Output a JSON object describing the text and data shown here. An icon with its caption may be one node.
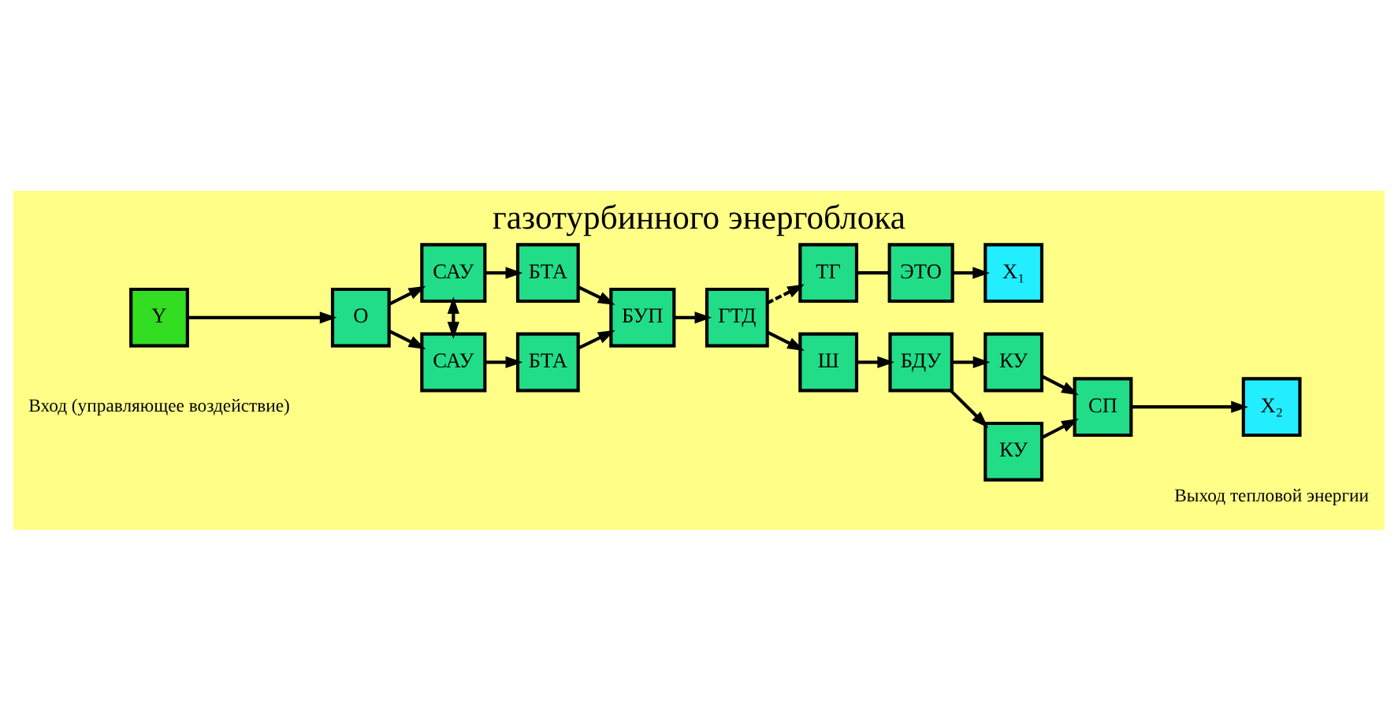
{
  "diagram": {
    "title": "газотурбинного энергоблока",
    "nodes": [
      {
        "text": [
          "Y"
        ],
        "beside": [
          "Вход (управляющее воздействие)"
        ]
      },
      {
        "text": [
          "О"
        ]
      },
      {
        "text": [
          "САУ"
        ]
      },
      {
        "text": [
          "БТА"
        ]
      },
      {
        "text": [
          "БУП"
        ]
      },
      {
        "text": [
          "ГТД"
        ]
      },
      {
        "text": [
          "ТГ"
        ]
      },
      {
        "text": [
          "ЭТО"
        ]
      },
      {
        "text": [
          "X₁"
        ]
      },
      {
        "text": [
          "САУ"
        ]
      },
      {
        "text": [
          "БТА"
        ]
      },
      {
        "text": [
          "Ш"
        ]
      },
      {
        "text": [
          "БДУ"
        ]
      },
      {
        "text": [
          "КУ"
        ]
      },
      {
        "text": [
          "КУ"
        ]
      },
      {
        "text": [
          "СП"
        ]
      },
      {
        "text": [
          "X₂"
        ],
        "beside": [
          "Выход тепловой энергии"
        ]
      }
    ],
    "edges": [
      {
        "from": 0,
        "to": 1,
        "arrow": "to"
      },
      {
        "from": 1,
        "to": 2,
        "arrow": "to"
      },
      {
        "from": 1,
        "to": 9,
        "arrow": "to"
      },
      {
        "from": 2,
        "to": 3,
        "arrow": "to"
      },
      {
        "from": 2,
        "to": 9,
        "arrow": "both"
      },
      {
        "from": 9,
        "to": 10,
        "arrow": "to"
      },
      {
        "from": 3,
        "to": 4,
        "arrow": "to"
      },
      {
        "from": 10,
        "to": 4,
        "arrow": "to"
      },
      {
        "from": 4,
        "to": 5,
        "arrow": "to"
      },
      {
        "from": 5,
        "to": 6,
        "arrow": "to",
        "style": "dashed"
      },
      {
        "from": 6,
        "to": 7,
        "arrow": "none"
      },
      {
        "from": 7,
        "to": 8,
        "arrow": "to"
      },
      {
        "from": 5,
        "to": 11,
        "arrow": "to"
      },
      {
        "from": 11,
        "to": 12,
        "arrow": "to"
      },
      {
        "from": 12,
        "to": 13,
        "arrow": "to"
      },
      {
        "from": 12,
        "to": 14,
        "arrow": "to"
      },
      {
        "from": 13,
        "to": 15,
        "arrow": "to"
      },
      {
        "from": 14,
        "to": 15,
        "arrow": "to"
      },
      {
        "from": 15,
        "to": 16,
        "arrow": "to"
      }
    ]
  }
}
